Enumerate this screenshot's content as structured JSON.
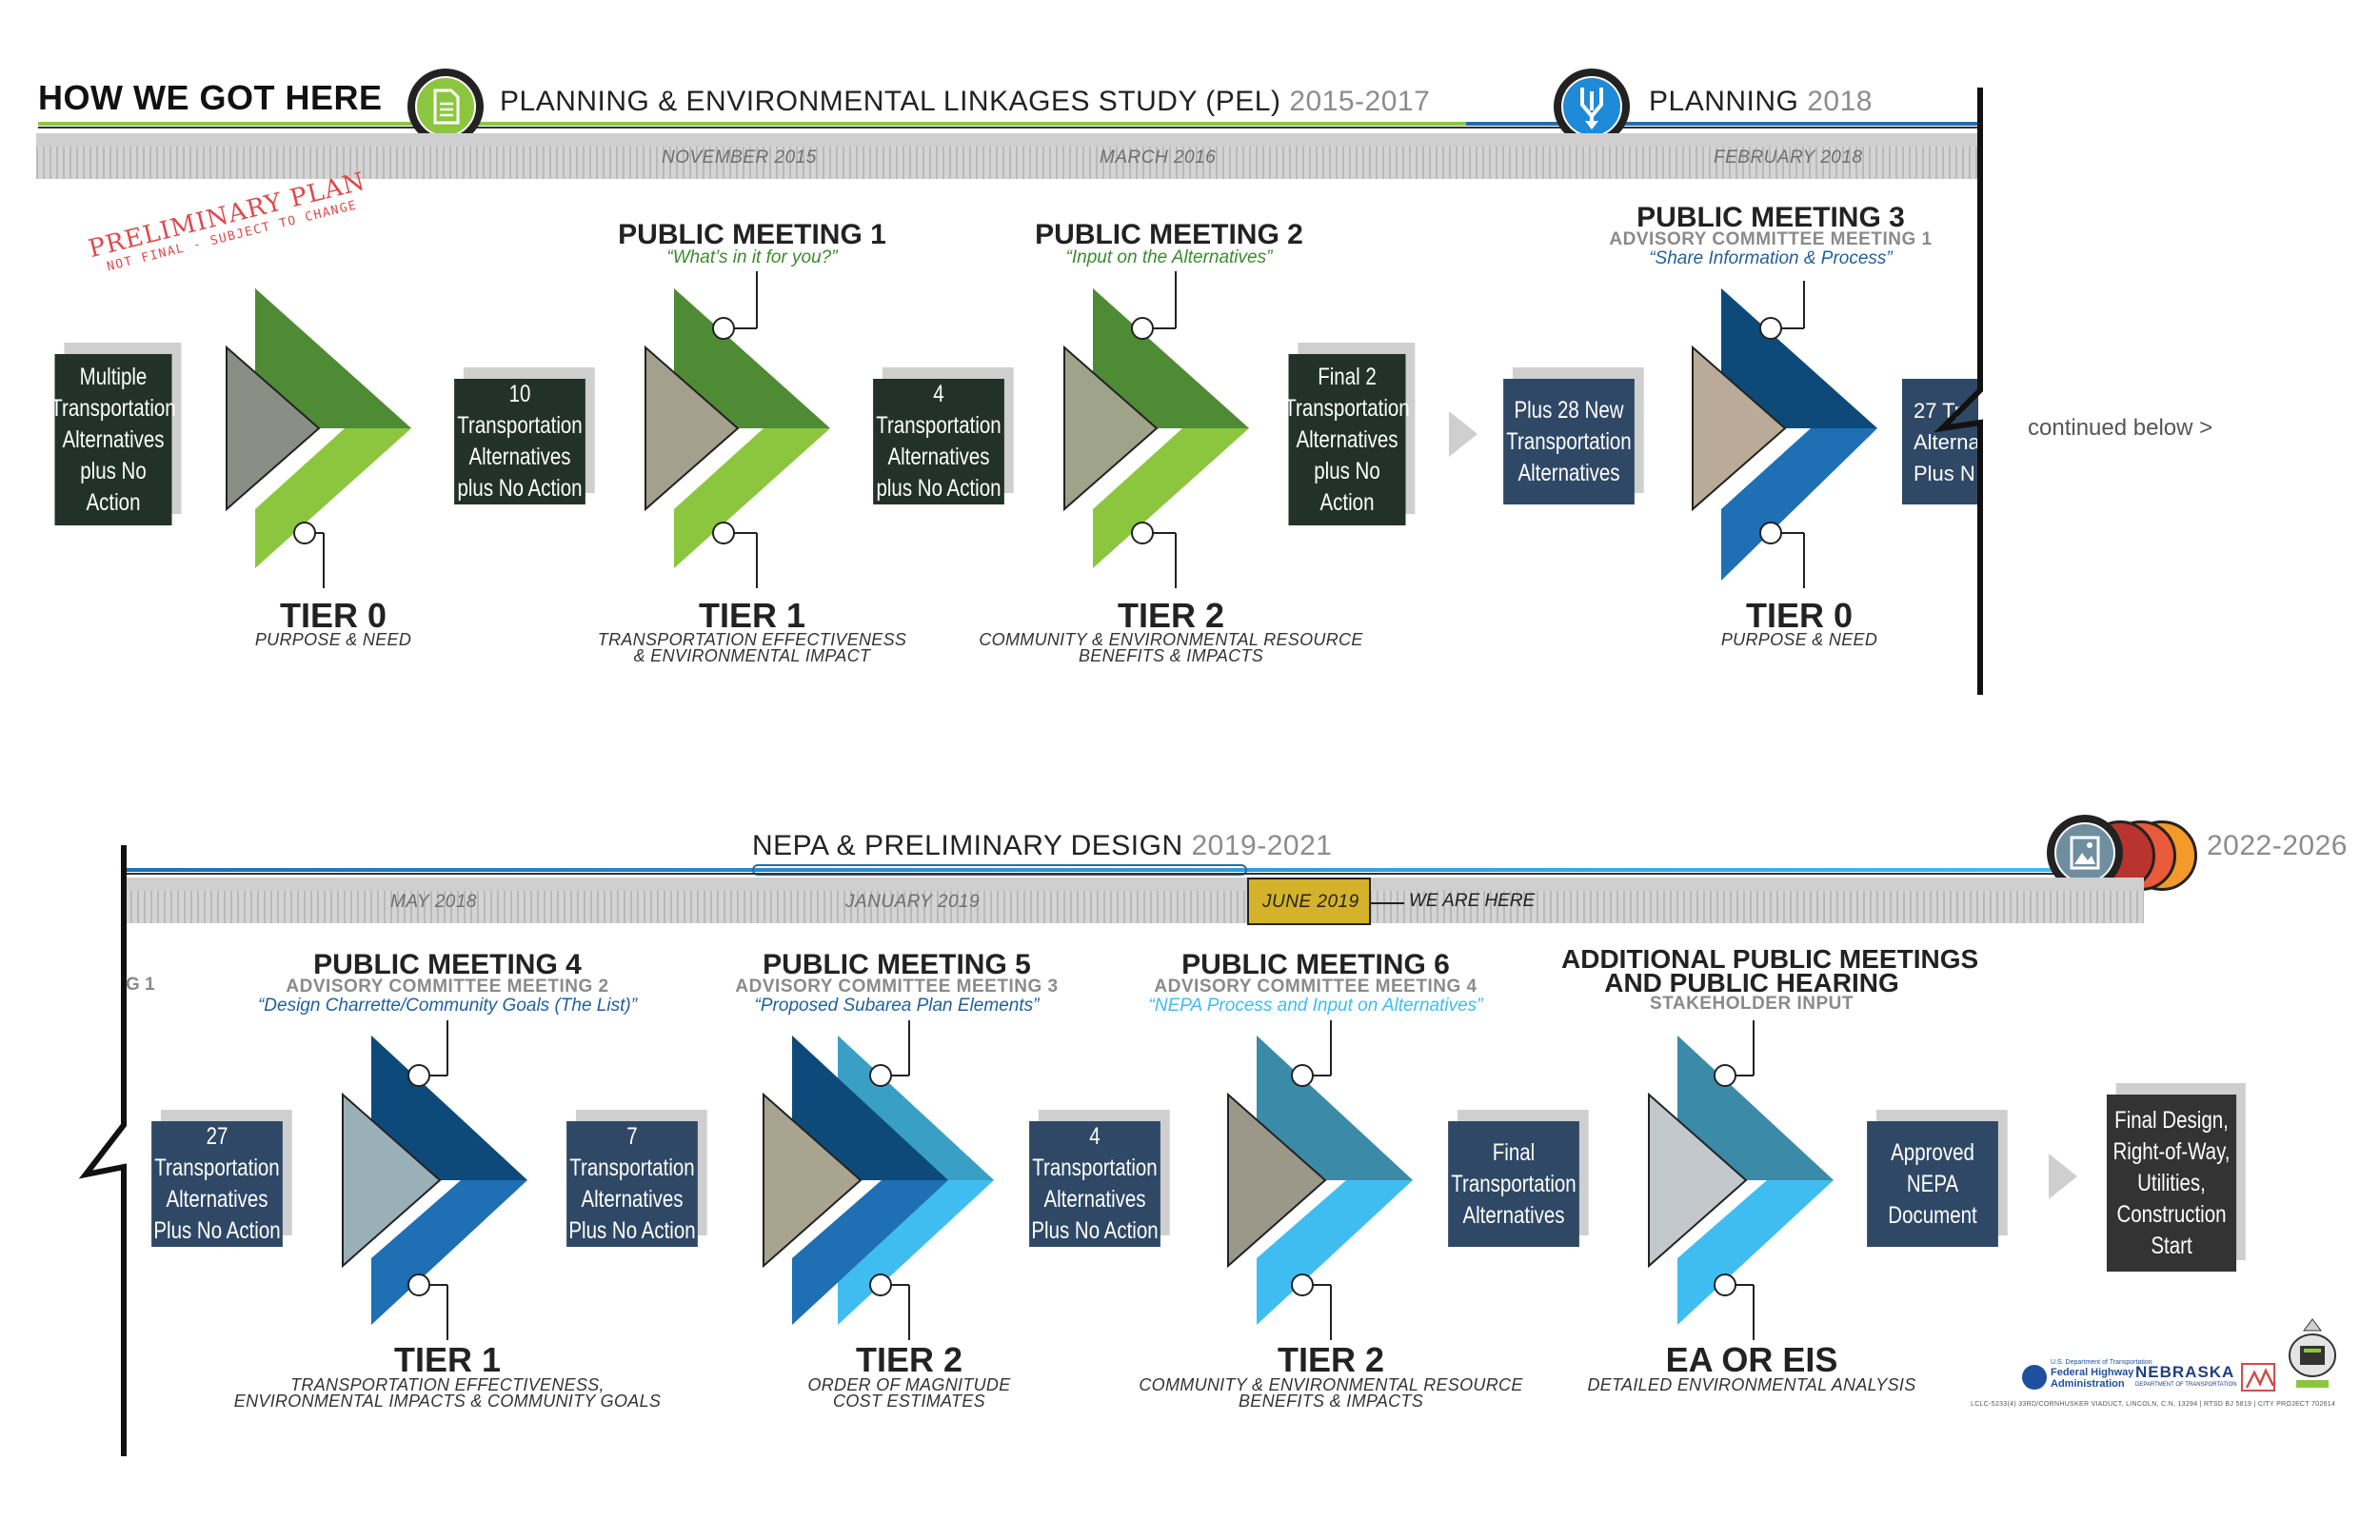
{
  "header": {
    "title": "HOW WE GOT HERE",
    "phase_pel": {
      "name": "PLANNING & ENVIRONMENTAL LINKAGES STUDY (PEL)",
      "years": "2015-2017"
    },
    "phase_planning": {
      "name": "PLANNING",
      "years": "2018"
    }
  },
  "stamp": {
    "line1": "PRELIMINARY PLAN",
    "line2": "NOT FINAL - SUBJECT TO CHANGE"
  },
  "top_ruler": {
    "dates": [
      "NOVEMBER 2015",
      "MARCH 2016",
      "FEBRUARY 2018"
    ]
  },
  "top_row": {
    "boxes": [
      {
        "lines": [
          "Multiple",
          "Transportation",
          "Alternatives",
          "plus No Action"
        ]
      },
      {
        "lines": [
          "10 Transportation",
          "Alternatives",
          "plus No Action"
        ]
      },
      {
        "lines": [
          "4 Transportation",
          "Alternatives",
          "plus No Action"
        ]
      },
      {
        "lines": [
          "Final 2",
          "Transportation",
          "Alternatives",
          "plus No Action"
        ]
      },
      {
        "lines": [
          "Plus 28 New",
          "Transportation",
          "Alternatives"
        ]
      },
      {
        "lines": [
          "27 Tr",
          "Alternat",
          "Plus N"
        ]
      }
    ],
    "meetings": [
      {
        "title": "PUBLIC MEETING 1",
        "quote": "“What’s in it for you?”"
      },
      {
        "title": "PUBLIC MEETING 2",
        "quote": "“Input on the Alternatives”"
      },
      {
        "title": "PUBLIC MEETING 3",
        "sub": "ADVISORY COMMITTEE MEETING 1",
        "quote": "“Share Information & Process”"
      }
    ],
    "tiers": [
      {
        "name": "TIER 0",
        "desc": [
          "PURPOSE & NEED"
        ]
      },
      {
        "name": "TIER 1",
        "desc": [
          "TRANSPORTATION EFFECTIVENESS",
          "& ENVIRONMENTAL IMPACT"
        ]
      },
      {
        "name": "TIER 2",
        "desc": [
          "COMMUNITY & ENVIRONMENTAL RESOURCE",
          "BENEFITS & IMPACTS"
        ]
      },
      {
        "name": "TIER 0",
        "desc": [
          "PURPOSE & NEED"
        ]
      }
    ],
    "continued": "continued below >"
  },
  "bottom_header": {
    "phase_nepa": {
      "name": "NEPA & PRELIMINARY DESIGN",
      "years": "2019-2021"
    },
    "final_years": "2022-2026"
  },
  "bottom_ruler": {
    "dates": [
      "MAY 2018",
      "JANUARY 2019",
      "JUNE 2019"
    ],
    "we_are_here": "WE ARE HERE"
  },
  "bottom_row": {
    "cut_label": "G 1",
    "boxes": [
      {
        "lines": [
          "27 Transportation",
          "Alternatives",
          "Plus No Action"
        ]
      },
      {
        "lines": [
          "7 Transportation",
          "Alternatives",
          "Plus No Action"
        ]
      },
      {
        "lines": [
          "4 Transportation",
          "Alternatives",
          "Plus No Action"
        ]
      },
      {
        "lines": [
          "Final",
          "Transportation",
          "Alternatives"
        ]
      },
      {
        "lines": [
          "Approved",
          "NEPA",
          "Document"
        ]
      },
      {
        "lines": [
          "Final Design,",
          "Right-of-Way,",
          "Utilities,",
          "Construction",
          "Start"
        ]
      }
    ],
    "meetings": [
      {
        "title": "PUBLIC MEETING 4",
        "sub": "ADVISORY COMMITTEE MEETING 2",
        "quote": "“Design Charrette/Community Goals (The List)”"
      },
      {
        "title": "PUBLIC MEETING 5",
        "sub": "ADVISORY COMMITTEE MEETING 3",
        "quote": "“Proposed Subarea Plan Elements”"
      },
      {
        "title": "PUBLIC MEETING 6",
        "sub": "ADVISORY COMMITTEE MEETING 4",
        "quote": "“NEPA Process and Input on Alternatives”"
      },
      {
        "title": "ADDITIONAL PUBLIC MEETINGS",
        "title2": "AND PUBLIC HEARING",
        "sub": "STAKEHOLDER INPUT"
      }
    ],
    "tiers": [
      {
        "name": "TIER 1",
        "desc": [
          "TRANSPORTATION EFFECTIVENESS,",
          "ENVIRONMENTAL IMPACTS & COMMUNITY GOALS"
        ]
      },
      {
        "name": "TIER 2",
        "desc": [
          "ORDER OF MAGNITUDE",
          "COST ESTIMATES"
        ]
      },
      {
        "name": "TIER 2",
        "desc": [
          "COMMUNITY & ENVIRONMENTAL RESOURCE",
          "BENEFITS & IMPACTS"
        ]
      },
      {
        "name": "EA OR EIS",
        "desc": [
          "DETAILED ENVIRONMENTAL ANALYSIS"
        ]
      }
    ]
  },
  "footer": {
    "fhwa": [
      "U.S. Department of Transportation",
      "Federal Highway",
      "Administration"
    ],
    "nebraska": "NEBRASKA",
    "nebraska_sub": "DEPARTMENT OF TRANSPORTATION",
    "project_line": "LCLC-5233(4) 33RD/CORNHUSKER VIADUCT, LINCOLN, C.N. 13294 | RTSD BJ 5819 | CITY PROJECT 702614"
  },
  "colors": {
    "pel_green": "#8cc63f",
    "dark_green": "#4f8a35",
    "planning_blue": "#1f6fb5",
    "navy_chevron": "#0d4a7a",
    "light_blue": "#3fbdf0",
    "teal": "#3a8aa8",
    "gold": "#d4b22a"
  },
  "icons": [
    "document-icon",
    "merge-arrows-icon",
    "image-icon"
  ]
}
